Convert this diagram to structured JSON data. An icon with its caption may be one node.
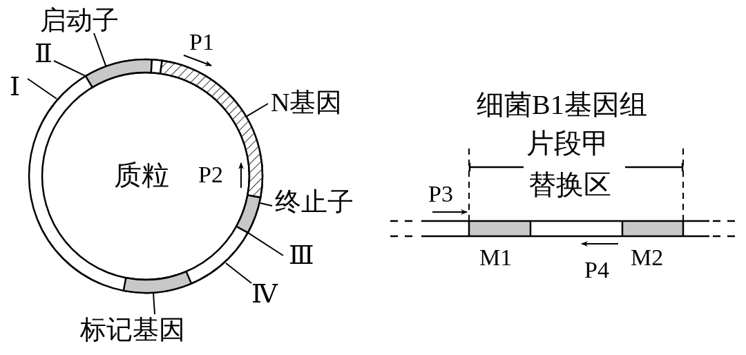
{
  "diagram": {
    "nodes": [
      {
        "text": [
          "启动子"
        ]
      },
      {
        "text": [],
        "shape": "bar"
      },
      {
        "text": [
          "Ⅱ"
        ]
      },
      {
        "text": [
          "Ⅰ"
        ]
      },
      {
        "text": [
          "N基因"
        ]
      },
      {
        "text": [],
        "shape": "bar"
      },
      {
        "text": [
          "终止子"
        ]
      },
      {
        "text": [],
        "shape": "bar"
      },
      {
        "text": [
          "Ⅲ"
        ]
      },
      {
        "text": [
          "Ⅳ"
        ]
      },
      {
        "text": [
          "标记基因"
        ]
      },
      {
        "text": [],
        "shape": "bar"
      }
    ],
    "edges": [
      {
        "from": 0,
        "to": 1,
        "arrow": "none"
      },
      {
        "from": 2,
        "to": 1,
        "arrow": "none"
      },
      {
        "from": 3,
        "to": null,
        "arrow": "none"
      },
      {
        "from": 4,
        "to": 5,
        "arrow": "none"
      },
      {
        "from": 6,
        "to": 7,
        "arrow": "none"
      },
      {
        "from": 8,
        "to": 7,
        "arrow": "none"
      },
      {
        "from": 9,
        "to": null,
        "arrow": "none"
      },
      {
        "from": 10,
        "to": 11,
        "arrow": "none"
      }
    ],
    "labels": [
      "P1",
      "质粒",
      "P2",
      "细菌B1基因组",
      "片段甲",
      "替换区",
      "P3",
      "M1",
      "P4",
      "M2"
    ]
  }
}
